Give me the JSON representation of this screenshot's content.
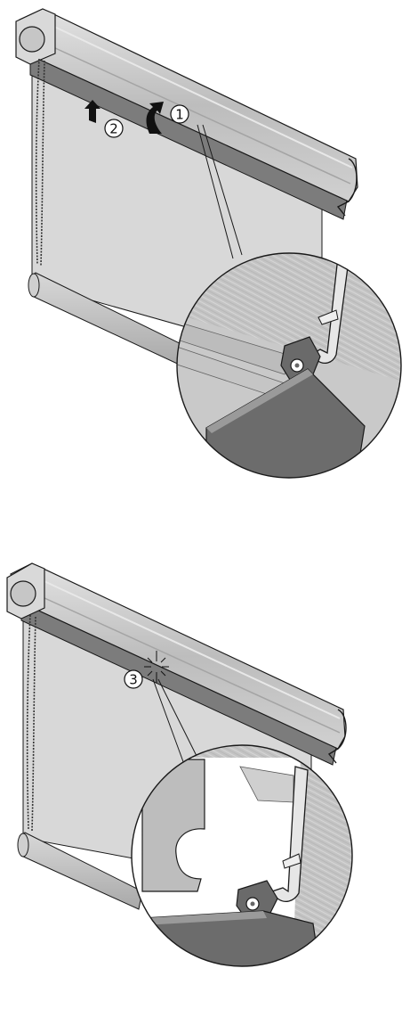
{
  "figure_1": {
    "step_1_label": "1",
    "step_2_label": "2"
  },
  "figure_2": {
    "step_3_label": "3"
  },
  "colors": {
    "shade_fabric": "#d6d6d6",
    "headrail_light": "#c9c9c9",
    "headrail_dark": "#8a8a8a",
    "bracket_dark": "#5e5e5e",
    "outline": "#1a1a1a"
  }
}
